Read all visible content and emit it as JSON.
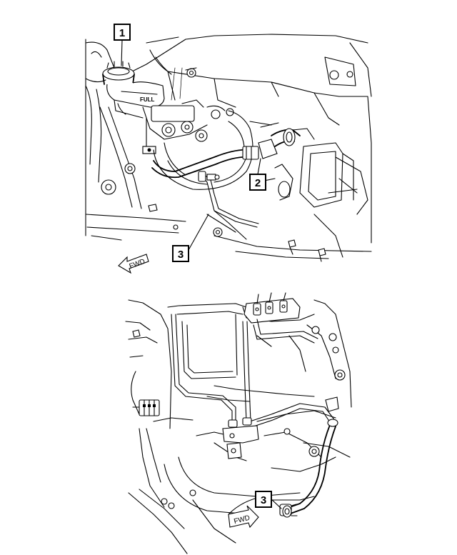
{
  "top_view": {
    "callouts": [
      {
        "id": "callout-1",
        "label": "1"
      },
      {
        "id": "callout-2",
        "label": "2"
      },
      {
        "id": "callout-3",
        "label": "3"
      }
    ],
    "reservoir_mark": "FULL",
    "direction_label": "FWD"
  },
  "bottom_view": {
    "callouts": [
      {
        "id": "callout-3-lower",
        "label": "3"
      }
    ],
    "direction_label": "FWD"
  }
}
